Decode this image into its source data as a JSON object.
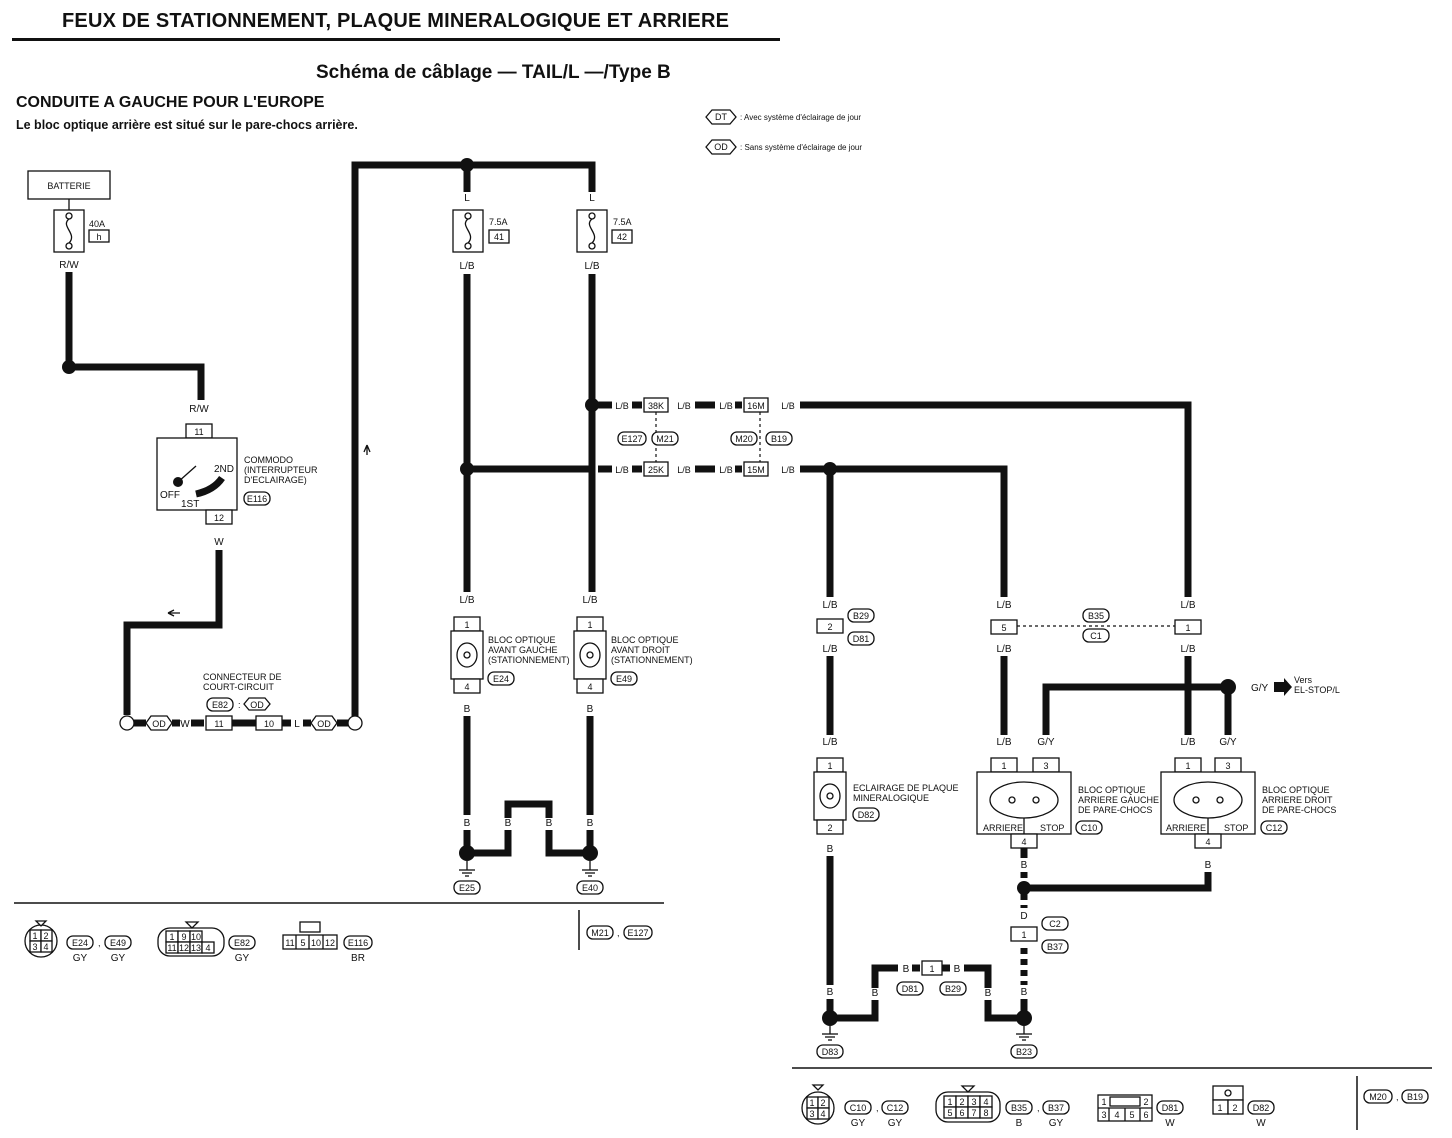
{
  "header": {
    "title": "FEUX DE STATIONNEMENT, PLAQUE MINERALOGIQUE ET ARRIERE",
    "subtitle": "Schéma de câblage — TAIL/L —/Type B",
    "section": "CONDUITE A GAUCHE POUR L'EUROPE",
    "note": "Le bloc optique arrière est situé sur le pare-chocs arrière."
  },
  "legend": {
    "dt_code": "DT",
    "dt_text": ": Avec système d'éclairage de jour",
    "od_code": "OD",
    "od_text": ": Sans système d'éclairage de jour"
  },
  "battery": {
    "label": "BATTERIE",
    "fuse_amp": "40A",
    "fuse_id": "h",
    "wire": "R/W"
  },
  "fuse41": {
    "amp": "7.5A",
    "id": "41",
    "in": "L",
    "out": "L/B"
  },
  "fuse42": {
    "amp": "7.5A",
    "id": "42",
    "in": "L",
    "out": "L/B"
  },
  "switch": {
    "wire_in": "R/W",
    "pin_in": "11",
    "pin_out": "12",
    "wire_out": "W",
    "name1": "COMMODO",
    "name2": "(INTERRUPTEUR",
    "name3": "D'ECLAIRAGE)",
    "pos_2nd": "2ND",
    "pos_off": "OFF",
    "pos_1st": "1ST",
    "conn": "E116"
  },
  "short_connector": {
    "label1": "CONNECTEUR DE",
    "label2": "COURT-CIRCUIT",
    "conn": "E82",
    "sep": ":",
    "od": "OD",
    "pin_a": "11",
    "pin_b": "10",
    "wire_a": "W",
    "wire_b": "L",
    "od_left": "OD",
    "od_right": "OD"
  },
  "joints": {
    "wire": "L/B",
    "c38": "38K",
    "c16": "16M",
    "c25": "25K",
    "c15": "15M",
    "e127": "E127",
    "m21": "M21",
    "m20": "M20",
    "b19": "B19"
  },
  "front_left": {
    "wire_in": "L/B",
    "pin_in": "1",
    "pin_out": "4",
    "wire_out": "B",
    "name1": "BLOC OPTIQUE",
    "name2": "AVANT GAUCHE",
    "name3": "(STATIONNEMENT)",
    "conn": "E24"
  },
  "front_right": {
    "wire_in": "L/B",
    "pin_in": "1",
    "pin_out": "4",
    "wire_out": "B",
    "name1": "BLOC OPTIQUE",
    "name2": "AVANT DROIT",
    "name3": "(STATIONNEMENT)",
    "conn": "E49"
  },
  "front_ground": {
    "wire": "B",
    "g1": "E25",
    "g2": "E40"
  },
  "plate": {
    "wire_top": "L/B",
    "pin_b29": "2",
    "b29": "B29",
    "d81": "D81",
    "wire_mid": "L/B",
    "wire_in": "L/B",
    "pin_in": "1",
    "pin_out": "2",
    "name1": "ECLAIRAGE DE PLAQUE",
    "name2": "MINERALOGIQUE",
    "conn": "D82",
    "wire_out": "B"
  },
  "rear_joint": {
    "wire": "L/B",
    "pin_left": "5",
    "pin_right": "1",
    "b35": "B35",
    "c1": "C1",
    "gy": "G/Y",
    "vers1": "Vers",
    "vers2": "EL-STOP/L"
  },
  "rear_left": {
    "wire1": "L/B",
    "wire2": "G/Y",
    "pin1": "1",
    "pin2": "3",
    "pin_out": "4",
    "arriere": "ARRIERE",
    "stop": "STOP",
    "name1": "BLOC OPTIQUE",
    "name2": "ARRIERE GAUCHE",
    "name3": "DE PARE-CHOCS",
    "conn": "C10",
    "wire_out": "B"
  },
  "rear_right": {
    "wire1": "L/B",
    "wire2": "G/Y",
    "pin1": "1",
    "pin2": "3",
    "pin_out": "4",
    "arriere": "ARRIERE",
    "stop": "STOP",
    "name1": "BLOC OPTIQUE",
    "name2": "ARRIERE DROIT",
    "name3": "DE PARE-CHOCS",
    "conn": "C12",
    "wire_out": "B"
  },
  "rear_ground": {
    "wire_b": "B",
    "wire_d": "D",
    "c2": "C2",
    "pin_c2": "1",
    "b37": "B37",
    "mid_pin": "1",
    "d81": "D81",
    "b29": "B29",
    "g1": "D83",
    "g2": "B23"
  },
  "connectors_left": {
    "a_pins": [
      "1",
      "2",
      "3",
      "4"
    ],
    "a_ids": [
      "E24",
      "E49"
    ],
    "a_colors": [
      "GY",
      "GY"
    ],
    "b_pins": [
      "1",
      "9",
      "10",
      "11",
      "12",
      "13",
      "4"
    ],
    "b_id": "E82",
    "b_color": "GY",
    "c_pins": [
      "11",
      "5",
      "10",
      "12"
    ],
    "c_id": "E116",
    "c_color": "BR",
    "d_ids": [
      "M21",
      "E127"
    ]
  },
  "connectors_right": {
    "a_pins": [
      "1",
      "2",
      "3",
      "4"
    ],
    "a_ids": [
      "C10",
      "C12"
    ],
    "a_colors": [
      "GY",
      "GY"
    ],
    "b_pins": [
      "1",
      "2",
      "3",
      "4",
      "5",
      "6",
      "7",
      "8"
    ],
    "b_ids": [
      "B35",
      "B37"
    ],
    "b_colors": [
      "B",
      "GY"
    ],
    "c_pins": [
      "1",
      "2",
      "3",
      "4",
      "5",
      "6"
    ],
    "c_id": "D81",
    "c_color": "W",
    "d_pins": [
      "1",
      "2"
    ],
    "d_id": "D82",
    "d_color": "W",
    "e_ids": [
      "M20",
      "B19"
    ]
  },
  "separator": ","
}
